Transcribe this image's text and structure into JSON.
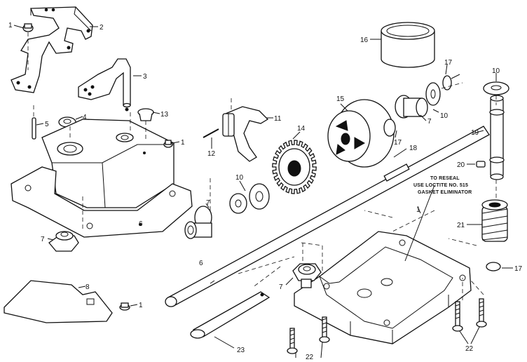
{
  "callouts": {
    "c1_a": "1",
    "c2": "2",
    "c3": "3",
    "c4": "4",
    "c5": "5",
    "c13": "13",
    "c1_b": "1",
    "c7_a": "7",
    "c8": "8",
    "c1_c": "1",
    "c6_a": "6",
    "c11": "11",
    "c12": "12",
    "c14": "14",
    "c10_a": "10",
    "c7_b": "7",
    "c6_b": "6",
    "c15": "15",
    "c16": "16",
    "c17_a": "17",
    "c10_b": "10",
    "c7_c": "7",
    "c17_b": "17",
    "c18": "18",
    "c19": "19",
    "c10_c": "10",
    "c20": "20",
    "c21": "21",
    "c17_c": "17",
    "c1_d": "1",
    "c7_d": "7",
    "c23": "23",
    "c22_a": "22",
    "c22_b": "22"
  },
  "note": {
    "line1": "TO RESEAL",
    "line2": "USE LOCTITE  NO. 515",
    "line3": "GASKET ELIMINATOR"
  }
}
